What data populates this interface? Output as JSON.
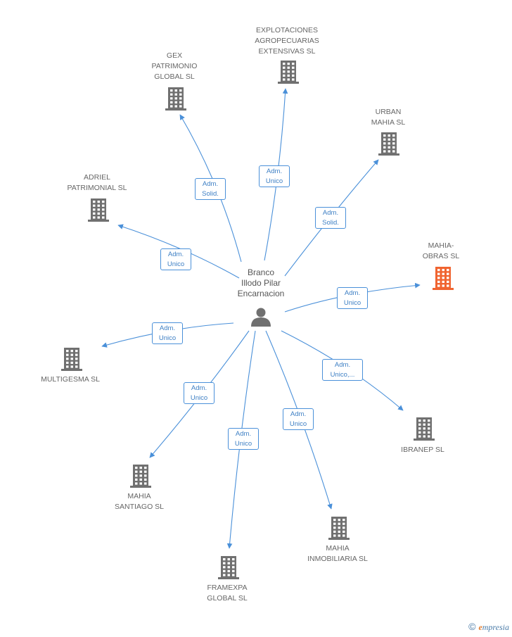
{
  "center": {
    "name": "Branco\nIllodo Pilar\nEncarnacion"
  },
  "colors": {
    "edge": "#4a90d9",
    "building": "#707070",
    "highlight": "#f06430",
    "person": "#707070"
  },
  "companies": [
    {
      "id": "explotaciones",
      "name": "EXPLOTACIONES\nAGROPECUARIAS\nEXTENSIVAS SL",
      "role": "Adm.\nUnico",
      "highlight": false
    },
    {
      "id": "gex",
      "name": "GEX\nPATRIMONIO\nGLOBAL SL",
      "role": "Adm.\nSolid.",
      "highlight": false
    },
    {
      "id": "urban",
      "name": "URBAN\nMAHIA SL",
      "role": "Adm.\nSolid.",
      "highlight": false
    },
    {
      "id": "adriel",
      "name": "ADRIEL\nPATRIMONIAL SL",
      "role": "Adm.\nUnico",
      "highlight": false
    },
    {
      "id": "mahia-obras",
      "name": "MAHIA-\nOBRAS SL",
      "role": "Adm.\nUnico",
      "highlight": true
    },
    {
      "id": "multigesma",
      "name": "MULTIGESMA SL",
      "role": "Adm.\nUnico",
      "highlight": false
    },
    {
      "id": "ibranep",
      "name": "IBRANEP SL",
      "role": "Adm.\nUnico,...",
      "highlight": false
    },
    {
      "id": "mahia-santiago",
      "name": "MAHIA\nSANTIAGO SL",
      "role": "Adm.\nUnico",
      "highlight": false
    },
    {
      "id": "mahia-inmobiliaria",
      "name": "MAHIA\nINMOBILIARIA SL",
      "role": "Adm.\nUnico",
      "highlight": false
    },
    {
      "id": "framexpa",
      "name": "FRAMEXPA\nGLOBAL SL",
      "role": "Adm.\nUnico",
      "highlight": false
    }
  ],
  "footer": {
    "copyright": "©",
    "brand_initial": "e",
    "brand_rest": "mpresia"
  }
}
